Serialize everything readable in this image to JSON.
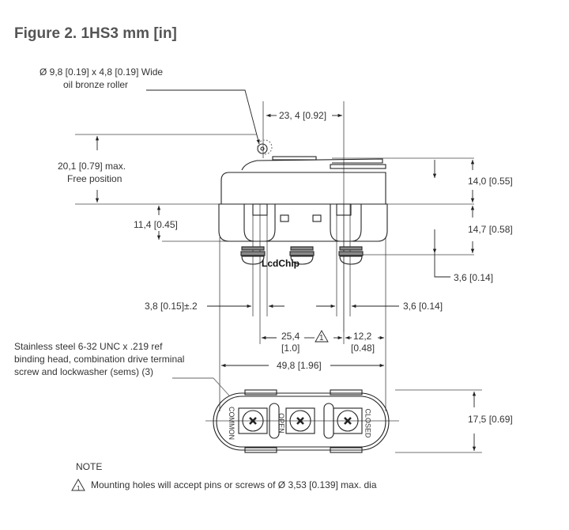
{
  "title": "Figure 2. 1HS3 mm [in]",
  "roller_label": [
    "Ø 9,8 [0.19] x 4,8 [0.19] Wide",
    "oil bronze roller"
  ],
  "dims": {
    "roller_offset": "23, 4 [0.92]",
    "free_position": [
      "20,1 [0.79] max.",
      "Free position"
    ],
    "height_top": "14,0 [0.55]",
    "mount_hole_height": "11,4 [0.45]",
    "height_body": "14,7 [0.58]",
    "screw_protrusion": "3,6 [0.14]",
    "hole_left": "3,8 [0.15]±.2",
    "hole_right": "3,6 [0.14]",
    "hole_spacing": [
      "25,4",
      "[1.0]"
    ],
    "hole_edge": [
      "12,2",
      "[0.48]"
    ],
    "overall_width": "49,8 [1.96]",
    "depth": "17,5 [0.69]"
  },
  "screw_label": [
    "Stainless steel 6-32 UNC x .219 ref",
    "binding head, combination drive terminal",
    "screw and lockwasher (sems) (3)"
  ],
  "terminals": [
    "COMMON",
    "OPEN",
    "CLOSED"
  ],
  "note_ref": "1",
  "note": {
    "heading": "NOTE",
    "text": "Mounting holes will accept pins or screws of Ø 3,53 [0.139] max. dia"
  },
  "watermark": "LcdChip"
}
